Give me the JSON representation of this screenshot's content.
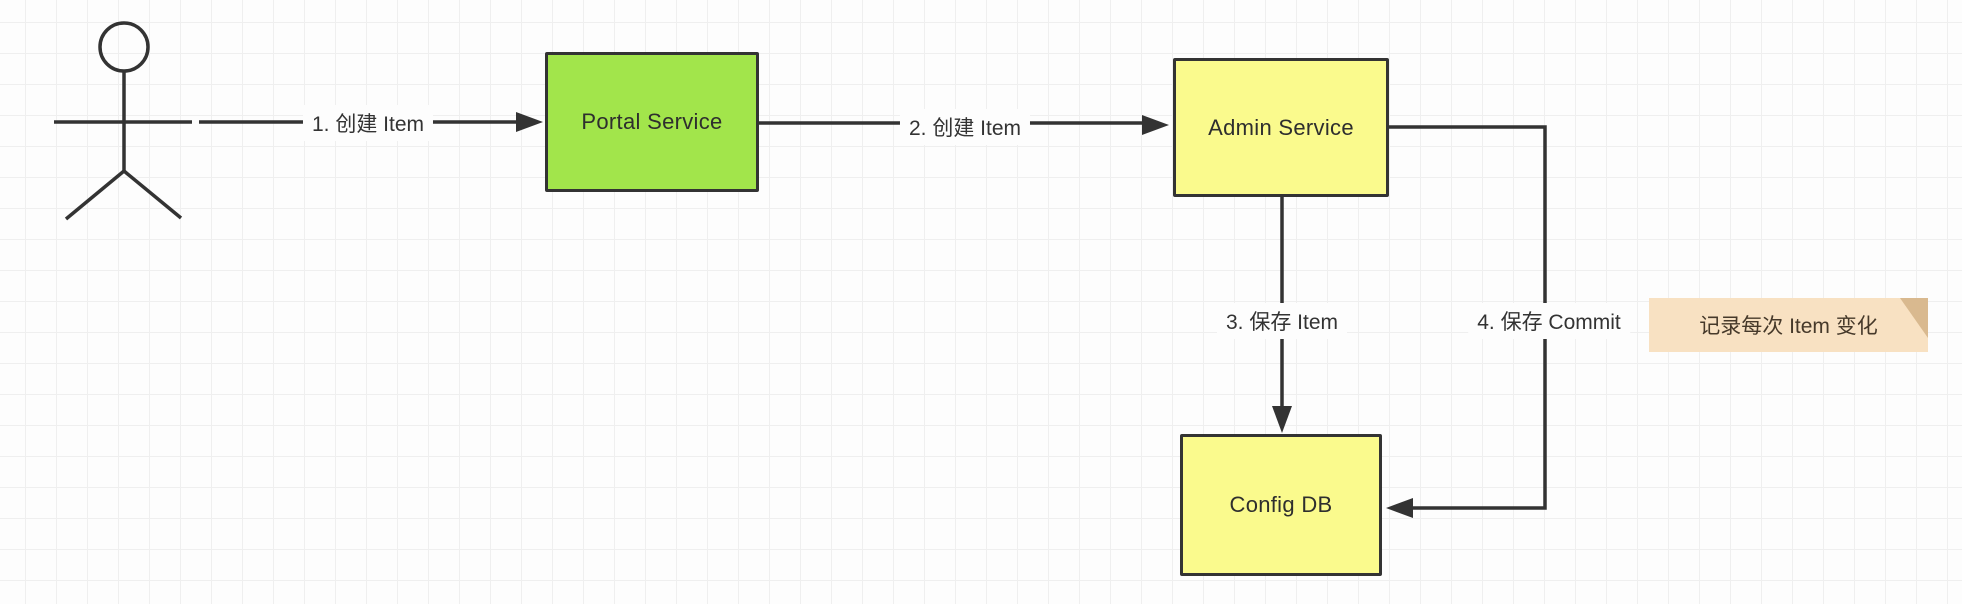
{
  "diagram": {
    "nodes": [
      {
        "id": "portal-service",
        "label": "Portal Service",
        "fill": "#a2e54b"
      },
      {
        "id": "admin-service",
        "label": "Admin Service",
        "fill": "#fafa8d"
      },
      {
        "id": "config-db",
        "label": "Config DB",
        "fill": "#fafa8d"
      }
    ],
    "edges": [
      {
        "label": "1. 创建 Item",
        "from": "actor",
        "to": "portal-service"
      },
      {
        "label": "2. 创建 Item",
        "from": "portal-service",
        "to": "admin-service"
      },
      {
        "label": "3. 保存 Item",
        "from": "admin-service",
        "to": "config-db"
      },
      {
        "label": "4. 保存 Commit",
        "from": "admin-service",
        "to": "config-db"
      }
    ],
    "note": {
      "text": "记录每次 Item 变化",
      "fill": "#f8e1c2",
      "fold_fill": "#d9b98f"
    },
    "colors": {
      "stroke": "#333333",
      "label_text": "#333333"
    }
  }
}
